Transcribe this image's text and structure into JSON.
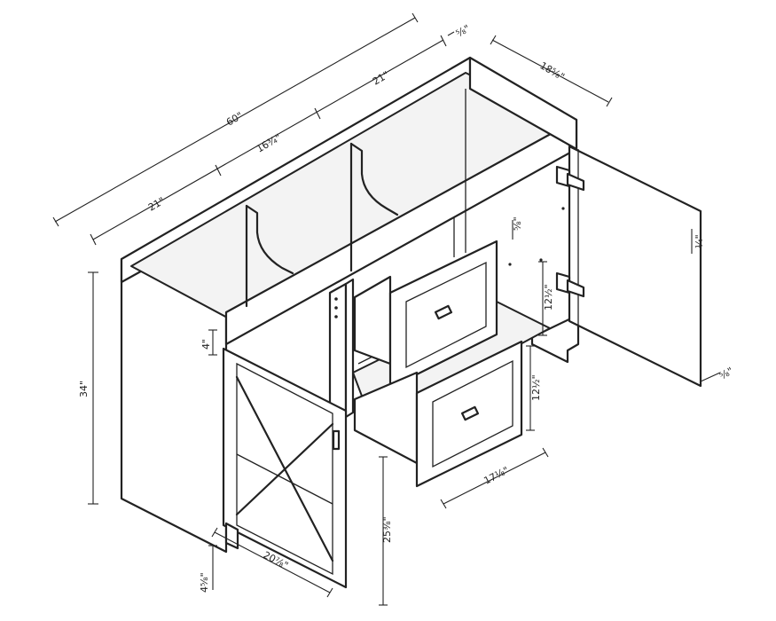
{
  "dimensions": {
    "overall_width": "60\"",
    "left_section": "21\"",
    "middle_section": "16¾\"",
    "right_section": "21\"",
    "top_overhang": "⅝\"",
    "depth": "18⅝\"",
    "height": "34\"",
    "top_rail": "4\"",
    "drawer_gap": "⅝\"",
    "door_thickness": "¼\"",
    "door_edge": "⅝\"",
    "drawer_upper_height": "12½\"",
    "drawer_lower_height": "12½\"",
    "drawer_width": "17⅛\"",
    "door_height": "25⅜\"",
    "door_width": "20⅞\"",
    "toe_kick": "4⅝\""
  }
}
